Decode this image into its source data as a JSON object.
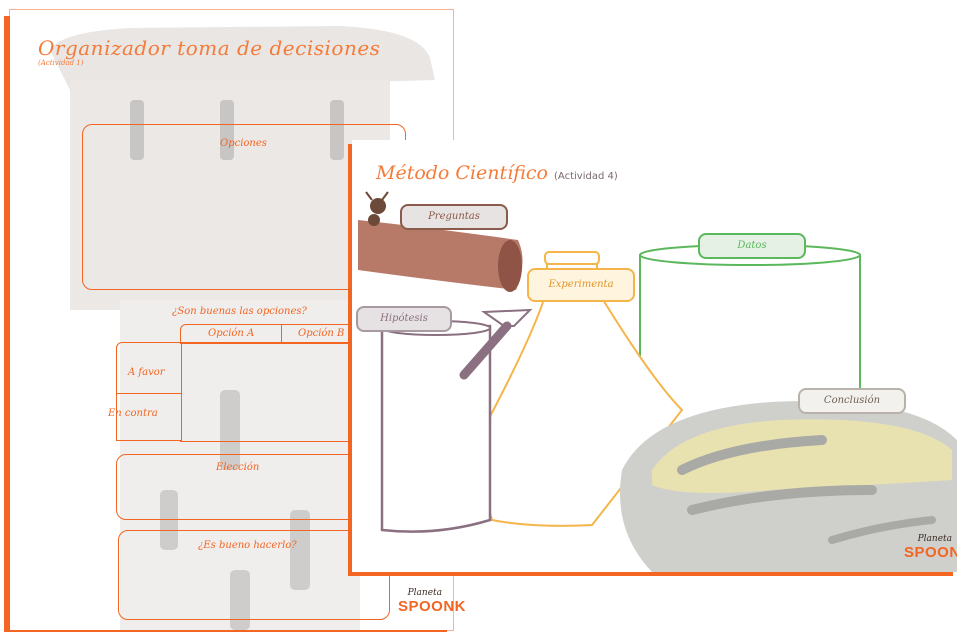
{
  "decision_sheet": {
    "title": "Organizador toma de decisiones",
    "activity": "(Actividad 1)",
    "options_label": "Opciones",
    "question_good": "¿Son buenas las opciones?",
    "option_a": "Opción A",
    "option_b": "Opción B",
    "pros": "A favor",
    "cons": "En contra",
    "choice": "Elección",
    "question_do": "¿Es bueno hacerlo?",
    "brand_top": "Planeta",
    "brand_bottom": "SPOONK"
  },
  "scientific_sheet": {
    "title": "Método Científico",
    "activity": "(Actividad 4)",
    "questions": "Preguntas",
    "hypothesis": "Hipótesis",
    "experiment": "Experimenta",
    "data": "Datos",
    "conclusion": "Conclusión",
    "brand_top": "Planeta",
    "brand_bottom": "SPOONK"
  },
  "colors": {
    "accent_orange": "#f26522",
    "hypothesis_purple": "#8a7080",
    "experiment_yellow": "#f5b54a",
    "data_green": "#5cb85c",
    "questions_brown": "#8a5a4a"
  }
}
